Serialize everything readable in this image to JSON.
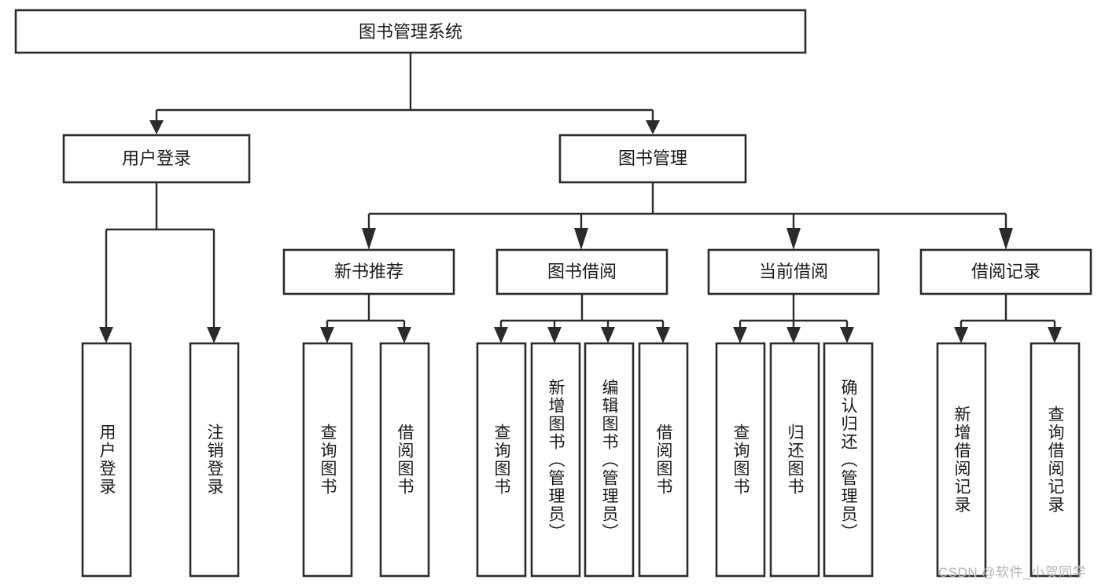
{
  "diagram": {
    "type": "tree",
    "title": "图书管理系统",
    "orientation": "top-down",
    "colors": {
      "box_stroke": "#2b2b2b",
      "box_fill": "#ffffff",
      "text": "#1a1a1a",
      "background": "#ffffff",
      "watermark": "#b4b4b4"
    },
    "root": {
      "label": "图书管理系统"
    },
    "level2": [
      {
        "label": "用户登录"
      },
      {
        "label": "图书管理"
      }
    ],
    "level3": [
      {
        "label": "新书推荐"
      },
      {
        "label": "图书借阅"
      },
      {
        "label": "当前借阅"
      },
      {
        "label": "借阅记录"
      }
    ],
    "leaves": {
      "user_login": [
        {
          "label": "用户登录"
        },
        {
          "label": "注销登录"
        }
      ],
      "new_book": [
        {
          "label": "查询图书"
        },
        {
          "label": "借阅图书"
        }
      ],
      "book_borrow": [
        {
          "label": "查询图书"
        },
        {
          "label": "新增图书（管理员）"
        },
        {
          "label": "编辑图书（管理员）"
        },
        {
          "label": "借阅图书"
        }
      ],
      "current_borrow": [
        {
          "label": "查询图书"
        },
        {
          "label": "归还图书"
        },
        {
          "label": "确认归还（管理员）"
        }
      ],
      "borrow_record": [
        {
          "label": "新增借阅记录"
        },
        {
          "label": "查询借阅记录"
        }
      ]
    }
  },
  "watermark": {
    "text": "CSDN @软件_小贺同学"
  }
}
